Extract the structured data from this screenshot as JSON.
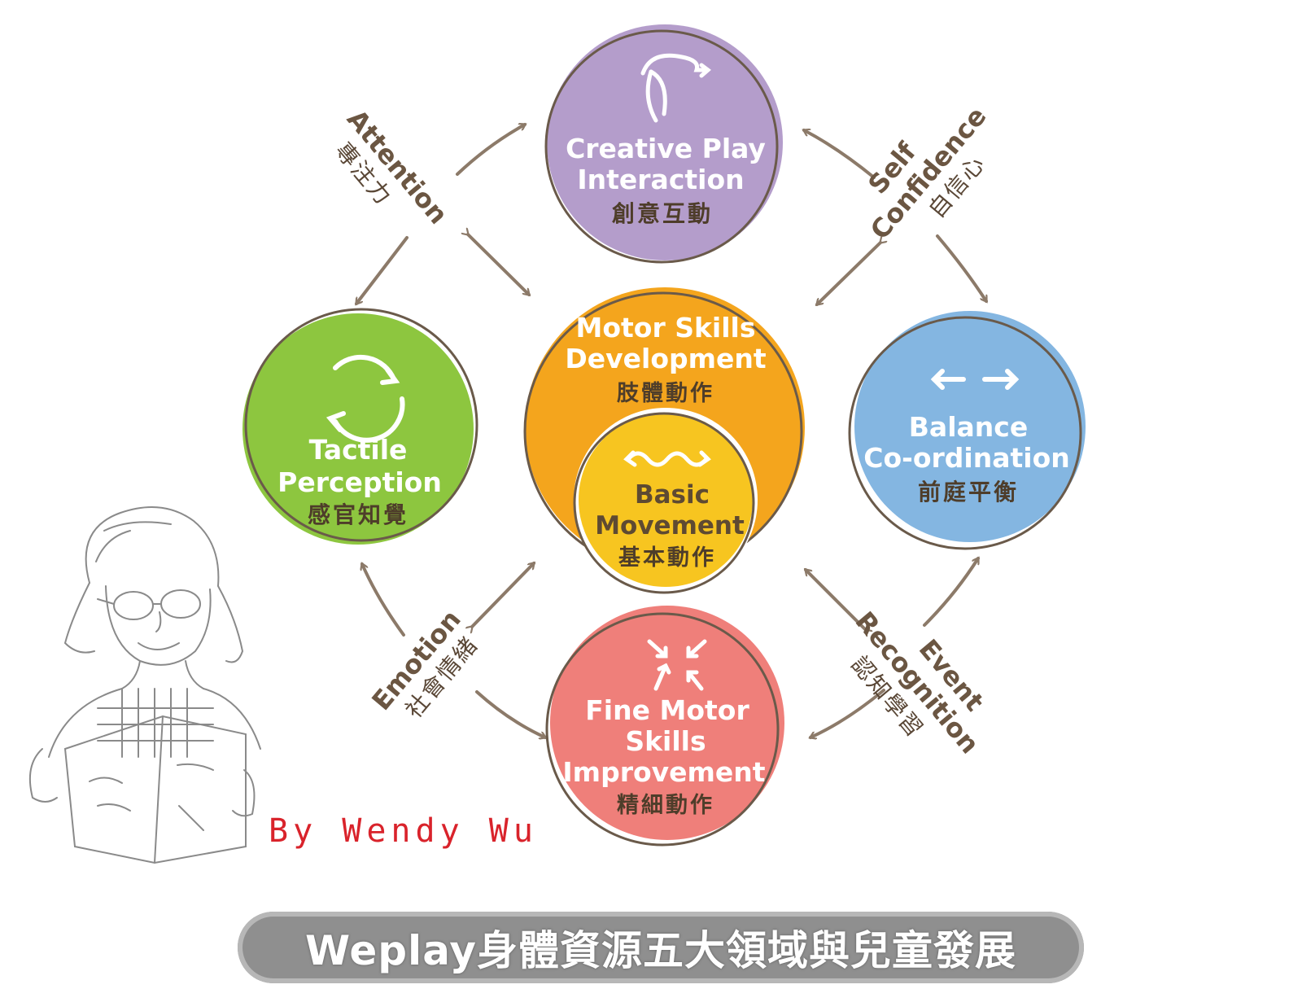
{
  "colors": {
    "purple": "#b49dcb",
    "orange": "#f4a51d",
    "yellow": "#f7c520",
    "green": "#8dc63f",
    "blue": "#84b6e1",
    "red": "#ef7f7a",
    "arrow": "#8c7a69",
    "outline": "#6a5a4a",
    "banner": "#8f8f8f",
    "author": "#d9232b"
  },
  "nodes": {
    "creative": {
      "title_1": "Creative Play",
      "title_2": "Interaction",
      "zh": "創意互動",
      "icon": "curl-arrow-icon"
    },
    "motor": {
      "title_1": "Motor Skills",
      "title_2": "Development",
      "zh": "肢體動作"
    },
    "basic": {
      "title_1": "Basic",
      "title_2": "Movement",
      "zh": "基本動作",
      "icon": "wave-arrow-icon"
    },
    "tactile": {
      "title_1": "Tactile",
      "title_2": "Perception",
      "zh": "感官知覺",
      "icon": "cycle-arrows-icon"
    },
    "balance": {
      "title_1": "Balance",
      "title_2": "Co-ordination",
      "zh": "前庭平衡",
      "icon": "left-right-arrows-icon"
    },
    "fine": {
      "title_1": "Fine Motor",
      "title_2": "Skills",
      "title_3": "Improvement",
      "zh": "精細動作",
      "icon": "converging-arrows-icon"
    }
  },
  "links": {
    "attention": {
      "en": "Attention",
      "zh": "專注力"
    },
    "confidence": {
      "en_1": "Self",
      "en_2": "Confidence",
      "zh": "自信心"
    },
    "emotion": {
      "en": "Emotion",
      "zh": "社會情緒"
    },
    "event": {
      "en_1": "Event",
      "en_2": "Recognition",
      "zh": "認知學習"
    }
  },
  "author": "By Wendy Wu",
  "banner": "Weplay身體資源五大領域與兒童發展"
}
